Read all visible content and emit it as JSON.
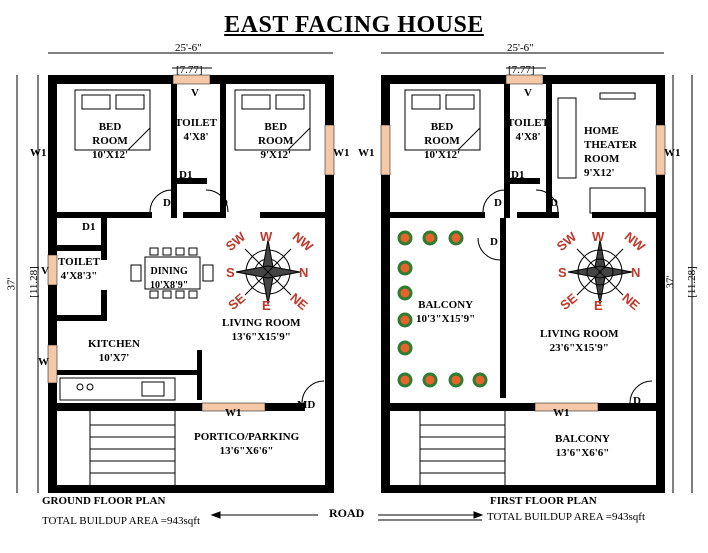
{
  "title": "EAST FACING HOUSE",
  "ground": {
    "caption": "GROUND FLOOR PLAN",
    "area": "TOTAL BUILDUP AREA =943sqft",
    "width_dim": "25'-6\"",
    "inner_dim": "[7.77]",
    "height_dim": "37'",
    "height_inner": "[11.28]",
    "rooms": {
      "bed1": [
        "BED",
        "ROOM",
        "10'X12'"
      ],
      "toilet1": [
        "TOILET",
        "4'X8'"
      ],
      "bed2": [
        "BED",
        "ROOM",
        "9'X12'"
      ],
      "toilet2": [
        "TOILET",
        "4'X8'3\""
      ],
      "dining": [
        "DINING",
        "10'X8'9\""
      ],
      "living": [
        "LIVING ROOM",
        "13'6\"X15'9\""
      ],
      "kitchen": [
        "KITCHEN",
        "10'X7'"
      ],
      "portico": [
        "PORTICO/PARKING",
        "13'6\"X6'6\""
      ]
    },
    "marks": {
      "V": "V",
      "W1": "W1",
      "W": "W",
      "D": "D",
      "D1": "D1",
      "MD": "MD"
    }
  },
  "first": {
    "caption": "FIRST FLOOR PLAN",
    "area": "TOTAL BUILDUP AREA =943sqft",
    "width_dim": "25'-6\"",
    "inner_dim": "[7.77]",
    "height_dim": "37'",
    "height_inner": "[11.28]",
    "rooms": {
      "bed1": [
        "BED",
        "ROOM",
        "10'X12'"
      ],
      "toilet1": [
        "TOILET",
        "4'X8'"
      ],
      "theater": [
        "HOME",
        "THEATER",
        "ROOM",
        "9'X12'"
      ],
      "balcony1": [
        "BALCONY",
        "10'3\"X15'9\""
      ],
      "living": [
        "LIVING ROOM",
        "23'6\"X15'9\""
      ],
      "balcony2": [
        "BALCONY",
        "13'6\"X6'6\""
      ]
    }
  },
  "road": "ROAD",
  "compass": {
    "N": "N",
    "S": "S",
    "NW": "NW",
    "SW": "SW",
    "SE": "SE",
    "NE": "NE",
    "W": "W",
    "E": "E"
  }
}
